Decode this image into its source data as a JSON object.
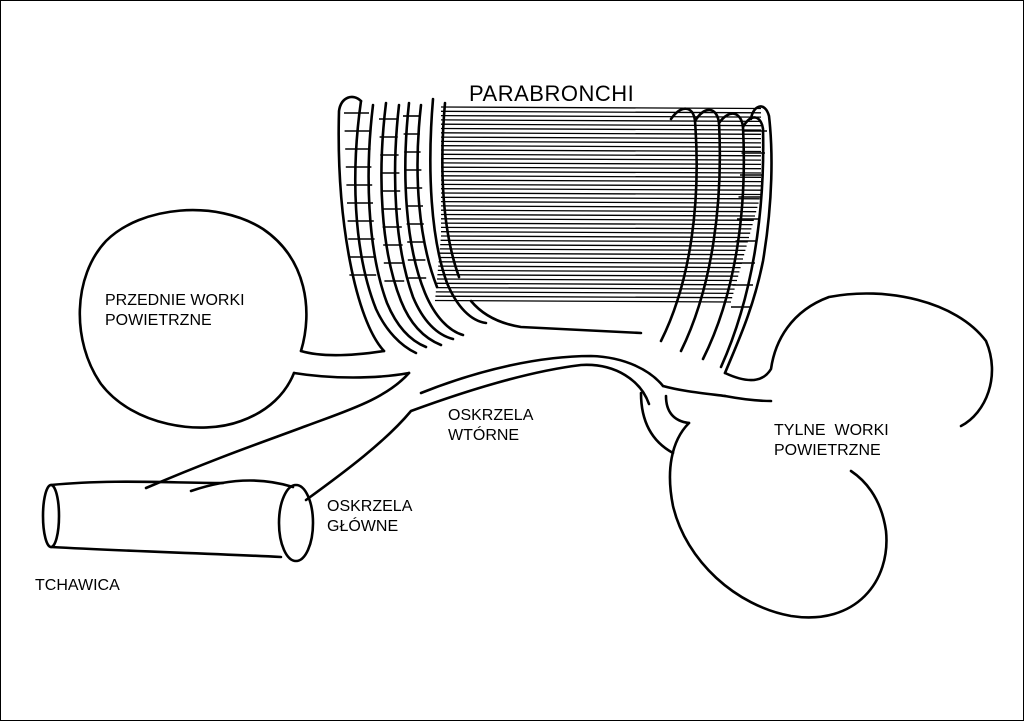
{
  "diagram": {
    "parabronchi": "PARABRONCHI",
    "anterior_sacs": {
      "line1": "PRZEDNIE WORKI",
      "line2": "POWIETRZNE"
    },
    "posterior_sacs": {
      "line1": "TYLNE  WORKI",
      "line2": "POWIETRZNE"
    },
    "secondary_bronchi": {
      "line1": "OSKRZELA",
      "line2": "WTÓRNE"
    },
    "primary_bronchi": {
      "line1": "OSKRZELA",
      "line2": "GŁÓWNE"
    },
    "trachea": "TCHAWICA"
  },
  "colors": {
    "stroke": "#000000",
    "background": "#ffffff"
  }
}
